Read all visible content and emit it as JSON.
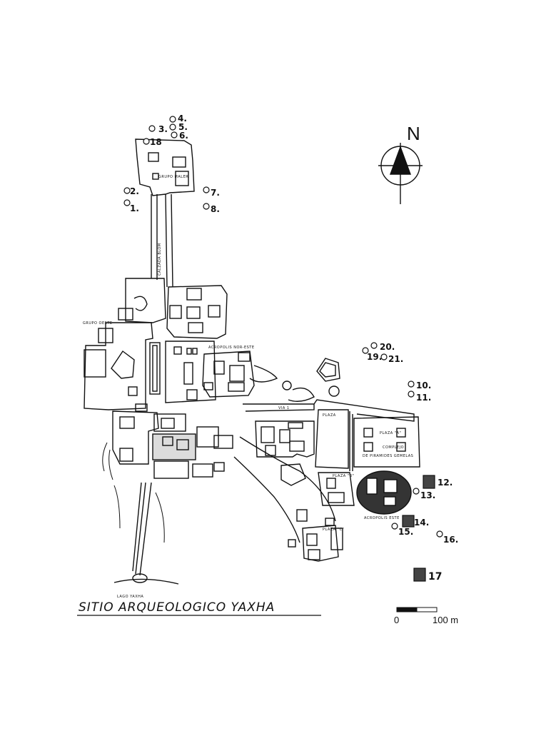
{
  "title": "SITIO ARQUEOLOGICO YAXHA",
  "north_label": "N",
  "scale": {
    "start": "0",
    "end": "100 m"
  },
  "labels": {
    "grupo_maler": "GRUPO MALER",
    "calzada": "CALZADA BLOM",
    "grupo_oeste": "GRUPO OESTE",
    "acropolis_noreste": "ACROPOLIS NOR-ESTE",
    "via1": "VIA 1",
    "plaza": "PLAZA",
    "plaza_a": "PLAZA \"A\"",
    "complejo": "COMPLEJO",
    "piramides_gemelas": "DE PIRAMIDES GEMELAS",
    "plaza_b": "PLAZA \"B\"",
    "plaza_c": "PLAZA \"C\"",
    "acropolis_este": "ACROPOLIS ESTE",
    "lago": "LAGO YAXHA"
  },
  "markers": [
    {
      "id": "1",
      "label": "1."
    },
    {
      "id": "2",
      "label": "2."
    },
    {
      "id": "3",
      "label": "3."
    },
    {
      "id": "4",
      "label": "4."
    },
    {
      "id": "5",
      "label": "5."
    },
    {
      "id": "6",
      "label": "6."
    },
    {
      "id": "7",
      "label": "7."
    },
    {
      "id": "8",
      "label": "8."
    },
    {
      "id": "10",
      "label": "10."
    },
    {
      "id": "11",
      "label": "11."
    },
    {
      "id": "12",
      "label": "12."
    },
    {
      "id": "13",
      "label": "13."
    },
    {
      "id": "14",
      "label": "14."
    },
    {
      "id": "15",
      "label": "15."
    },
    {
      "id": "16",
      "label": "16."
    },
    {
      "id": "17",
      "label": "17"
    },
    {
      "id": "18",
      "label": "18"
    },
    {
      "id": "19",
      "label": "19."
    },
    {
      "id": "20",
      "label": "20."
    },
    {
      "id": "21",
      "label": "21."
    }
  ]
}
